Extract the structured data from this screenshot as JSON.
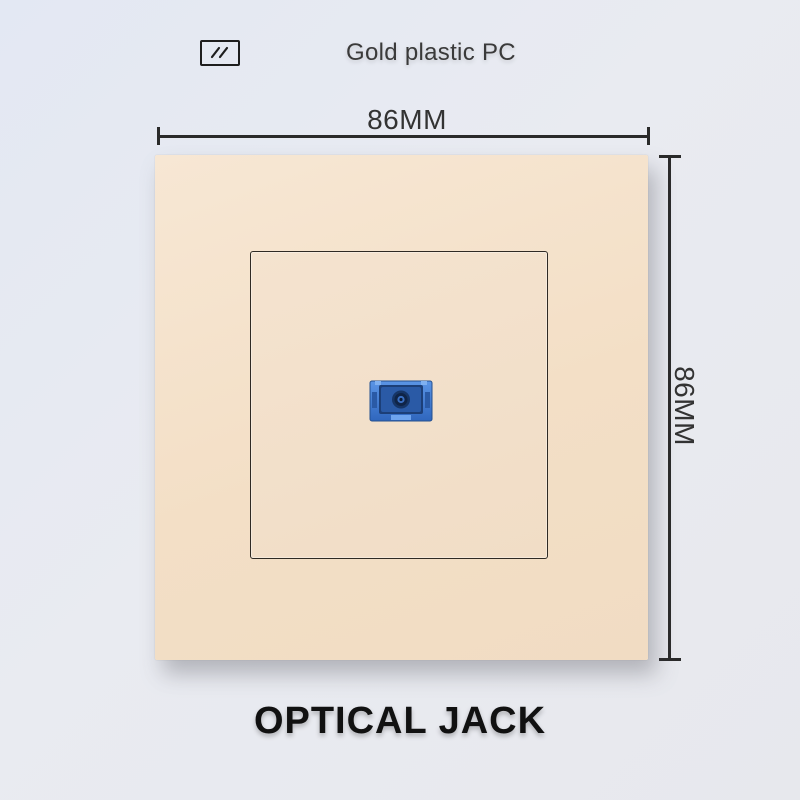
{
  "material": {
    "icon": "glossy-panel-icon",
    "label": "Gold plastic PC"
  },
  "dimensions": {
    "width_label": "86MM",
    "height_label": "86MM"
  },
  "product": {
    "title": "OPTICAL JACK",
    "port_icon": "sc-fiber-port-icon"
  },
  "colors": {
    "plate": "#f3dfc6",
    "port": "#3f7bd6",
    "text": "#111111"
  }
}
